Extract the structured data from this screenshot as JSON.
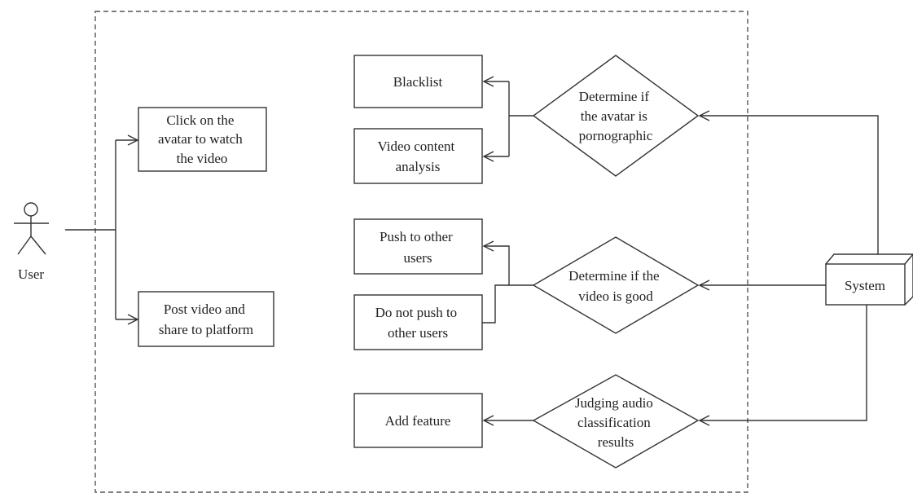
{
  "actor": {
    "label": "User"
  },
  "system": {
    "label": "System"
  },
  "user_actions": [
    {
      "lines": [
        "Click on the",
        "avatar to watch",
        "the video"
      ]
    },
    {
      "lines": [
        "Post video and",
        "share to platform"
      ]
    }
  ],
  "decisions": [
    {
      "lines": [
        "Determine if",
        "the avatar is",
        "pornographic"
      ]
    },
    {
      "lines": [
        "Determine if the",
        "video is good"
      ]
    },
    {
      "lines": [
        "Judging audio",
        "classification",
        "results"
      ]
    }
  ],
  "outcomes": [
    {
      "lines": [
        "Blacklist"
      ]
    },
    {
      "lines": [
        "Video content",
        "analysis"
      ]
    },
    {
      "lines": [
        "Push to other",
        "users"
      ]
    },
    {
      "lines": [
        "Do not push to",
        "other users"
      ]
    },
    {
      "lines": [
        "Add feature"
      ]
    }
  ],
  "colors": {
    "line": "#333333",
    "text": "#222222",
    "boundary": "#555555"
  }
}
